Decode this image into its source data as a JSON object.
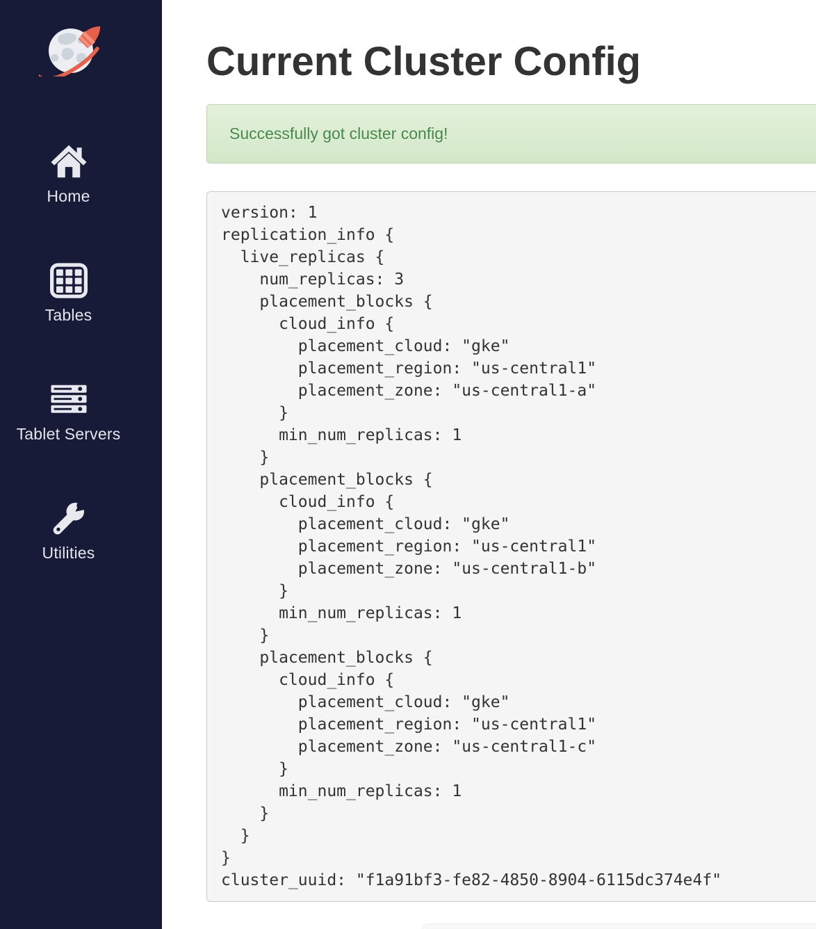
{
  "sidebar": {
    "items": [
      {
        "label": "Home",
        "icon": "home-icon"
      },
      {
        "label": "Tables",
        "icon": "tables-icon"
      },
      {
        "label": "Tablet Servers",
        "icon": "tablet-servers-icon"
      },
      {
        "label": "Utilities",
        "icon": "utilities-icon"
      }
    ]
  },
  "page": {
    "title": "Current Cluster Config"
  },
  "alert": {
    "message": "Successfully got cluster config!"
  },
  "cluster_config": {
    "version": 1,
    "num_replicas": 3,
    "placement_cloud": "gke",
    "placement_region": "us-central1",
    "placement_zones": [
      "us-central1-a",
      "us-central1-b",
      "us-central1-c"
    ],
    "min_num_replicas": 1,
    "cluster_uuid": "f1a91bf3-fe82-4850-8904-6115dc374e4f",
    "text": "version: 1\nreplication_info {\n  live_replicas {\n    num_replicas: 3\n    placement_blocks {\n      cloud_info {\n        placement_cloud: \"gke\"\n        placement_region: \"us-central1\"\n        placement_zone: \"us-central1-a\"\n      }\n      min_num_replicas: 1\n    }\n    placement_blocks {\n      cloud_info {\n        placement_cloud: \"gke\"\n        placement_region: \"us-central1\"\n        placement_zone: \"us-central1-b\"\n      }\n      min_num_replicas: 1\n    }\n    placement_blocks {\n      cloud_info {\n        placement_cloud: \"gke\"\n        placement_region: \"us-central1\"\n        placement_zone: \"us-central1-c\"\n      }\n      min_num_replicas: 1\n    }\n  }\n}\ncluster_uuid: \"f1a91bf3-fe82-4850-8904-6115dc374e4f\""
  },
  "colors": {
    "sidebar_bg": "#171b37",
    "sidebar_text": "#e4e5ea",
    "logo_orange": "#e8604a",
    "title_text": "#333333",
    "alert_text": "#468847",
    "alert_bg_top": "#e4f1dc",
    "alert_bg_bottom": "#d2e8c8",
    "alert_border": "#b4d8a2",
    "code_bg": "#f5f5f5",
    "code_border": "#cccccc",
    "code_text": "#333333"
  }
}
